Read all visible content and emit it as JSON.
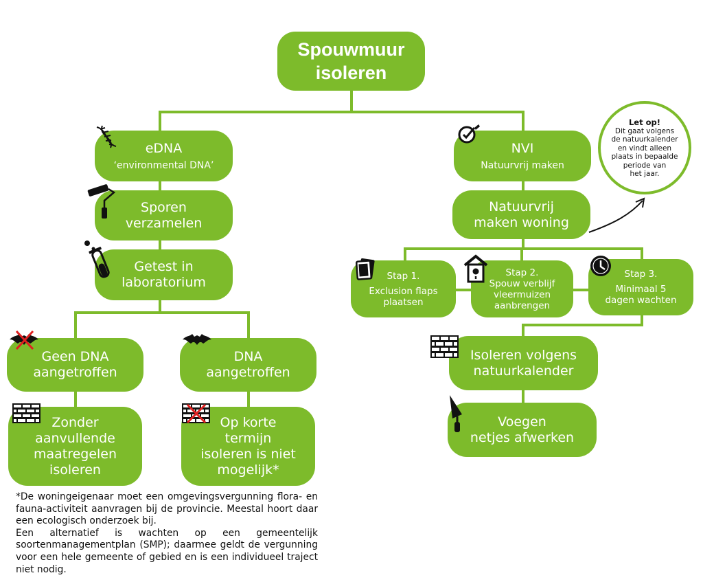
{
  "diagram": {
    "root": {
      "title": "Spouwmuur\nisoleren"
    },
    "left": {
      "edna": {
        "title": "eDNA",
        "subtitle": "‘environmental DNA’"
      },
      "sporen": {
        "title": "Sporen\nverzamelen"
      },
      "getest": {
        "title": "Getest in\nlaboratorium"
      },
      "geen_dna": {
        "title": "Geen DNA\naangetroffen"
      },
      "dna": {
        "title": "DNA\naangetroffen"
      },
      "zonder": {
        "title": "Zonder\naanvullende\nmaatregelen\nisoleren"
      },
      "op_korte": {
        "title": "Op korte\ntermijn\nisoleren is niet\nmogelijk*"
      }
    },
    "right": {
      "nvi": {
        "title": "NVI",
        "subtitle": "Natuurvrij maken"
      },
      "natuurvrij": {
        "title": "Natuurvrij\nmaken woning"
      },
      "stap1": {
        "title": "Stap 1.",
        "text": "Exclusion flaps\nplaatsen"
      },
      "stap2": {
        "title": "Stap 2.",
        "text": "Spouw verblijf\nvleermuizen\naanbrengen"
      },
      "stap3": {
        "title": "Stap 3.",
        "text": "Minimaal 5\ndagen wachten"
      },
      "isoleren": {
        "title": "Isoleren volgens\nnatuurkalender"
      },
      "voegen": {
        "title": "Voegen\nnetjes afwerken"
      }
    },
    "note": {
      "heading": "Let op!",
      "body": "Dit gaat volgens\nde natuurkalender\nen vindt alleen\nplaats in bepaalde\nperiode van\nhet jaar."
    },
    "footnote": "*De woningeigenaar moet een omgevingsvergunning flora- en fauna-activiteit aanvragen bij de provincie. Meestal hoort daar een ecologisch onderzoek bij.\nEen alternatief is wachten op een gemeentelijk soortenmanagementplan (SMP); daarmee geldt de vergunning voor een hele gemeente of gebied en is een individueel traject niet nodig.",
    "colors": {
      "green": "#7dbb2b",
      "text": "#ffffff",
      "ink": "#111111",
      "cross": "#e02020"
    },
    "icons": [
      "dna-icon",
      "paint-roller-icon",
      "test-tube-icon",
      "crossed-bat-icon",
      "bat-icon",
      "brick-wall-icon",
      "crossed-brick-wall-icon",
      "checkmark-pen-icon",
      "flap-icon",
      "birdhouse-icon",
      "clock-icon",
      "trowel-icon",
      "arrow-icon"
    ]
  }
}
